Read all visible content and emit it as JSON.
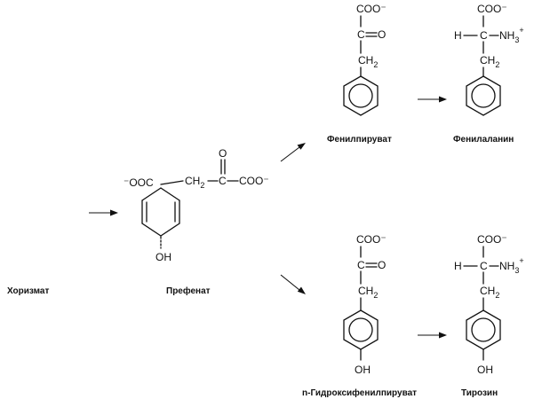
{
  "compounds": {
    "chorismate": {
      "name": "Хоризмат"
    },
    "prephenate": {
      "name": "Префенат",
      "left_carboxyl": "⁻OOC",
      "ch2": "CH",
      "ch2_sub": "2",
      "carbonyl_c": "C",
      "carbonyl_o": "O",
      "right_carboxyl": "COO⁻",
      "hydroxyl": "OH"
    },
    "phenylpyruvate": {
      "name": "Фенилпируват",
      "carboxyl": "COO⁻",
      "carbonyl_c": "C",
      "carbonyl_o": "O",
      "ch2": "CH",
      "ch2_sub": "2"
    },
    "phenylalanine": {
      "name": "Фенилаланин",
      "carboxyl": "COO⁻",
      "h": "H",
      "alpha_c": "C",
      "amino": "NH",
      "amino_sub": "3",
      "amino_sup": "+",
      "ch2": "CH",
      "ch2_sub": "2"
    },
    "hydroxyphenylpyruvate": {
      "name": "n-Гидроксифенилпируват",
      "carboxyl": "COO⁻",
      "carbonyl_c": "C",
      "carbonyl_o": "O",
      "ch2": "CH",
      "ch2_sub": "2",
      "hydroxyl": "OH"
    },
    "tyrosine": {
      "name": "Тирозин",
      "carboxyl": "COO⁻",
      "h": "H",
      "alpha_c": "C",
      "amino": "NH",
      "amino_sub": "3",
      "amino_sup": "+",
      "ch2": "CH",
      "ch2_sub": "2",
      "hydroxyl": "OH"
    }
  },
  "arrows": [
    {
      "from": "chorismate",
      "to": "prephenate"
    },
    {
      "from": "prephenate",
      "to": "phenylpyruvate"
    },
    {
      "from": "prephenate",
      "to": "hydroxyphenylpyruvate"
    },
    {
      "from": "phenylpyruvate",
      "to": "phenylalanine"
    },
    {
      "from": "hydroxyphenylpyruvate",
      "to": "tyrosine"
    }
  ],
  "colors": {
    "ink": "#111111",
    "background": "#ffffff"
  }
}
